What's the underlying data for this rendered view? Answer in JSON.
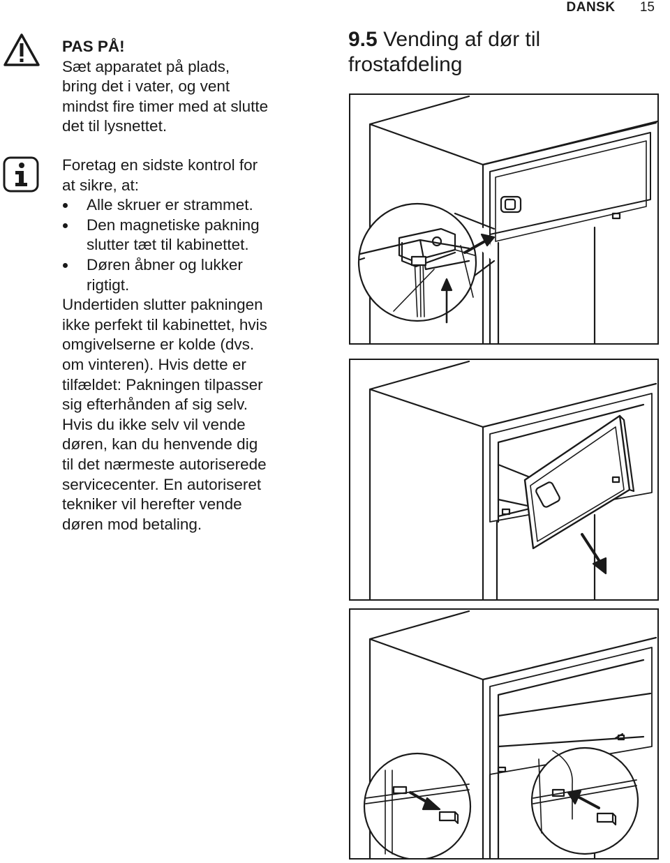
{
  "header": {
    "language": "DANSK",
    "page_number": "15"
  },
  "warning": {
    "icon": "warning-triangle-icon",
    "title": "PAS PÅ!",
    "lines": [
      "Sæt apparatet på plads,",
      "bring det i vater, og vent",
      "mindst fire timer med at slutte",
      "det til lysnettet."
    ]
  },
  "info": {
    "icon": "info-icon",
    "intro_lines": [
      "Foretag en sidste kontrol for",
      "at sikre, at:"
    ],
    "bullets": [
      [
        "Alle skruer er strammet."
      ],
      [
        "Den magnetiske pakning",
        "slutter tæt til kabinettet."
      ],
      [
        "Døren åbner og lukker",
        "rigtigt."
      ]
    ],
    "paragraph_lines": [
      "Undertiden slutter pakningen",
      "ikke perfekt til kabinettet, hvis",
      "omgivelserne er kolde (dvs.",
      "om vinteren). Hvis dette er",
      "tilfældet: Pakningen tilpasser",
      "sig efterhånden af sig selv.",
      "Hvis du ikke selv vil vende",
      "døren, kan du henvende dig",
      "til det nærmeste autoriserede",
      "servicecenter. En autoriseret",
      "tekniker vil herefter vende",
      "døren mod betaling."
    ]
  },
  "section": {
    "number": "9.5",
    "title_lines": [
      "Vending af dør til",
      "frostafdeling"
    ]
  }
}
